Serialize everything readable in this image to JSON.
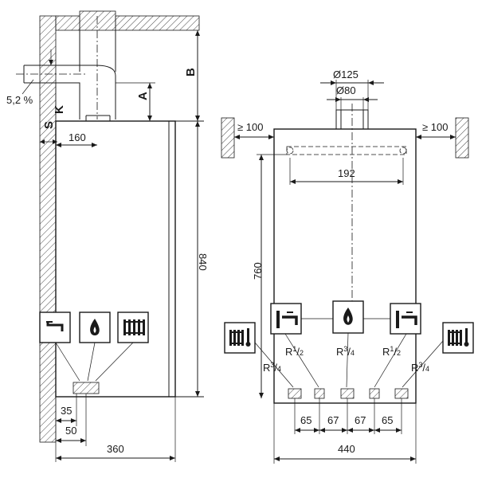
{
  "side_view": {
    "slope": "5,2 %",
    "label_K": "K",
    "label_S": "S",
    "label_A": "A",
    "label_B": "B",
    "dim_160": "160",
    "dim_840": "840",
    "dim_35": "35",
    "dim_50": "50",
    "dim_360": "360",
    "icons": [
      "tap-icon",
      "flame-icon",
      "radiator-icon"
    ]
  },
  "front_view": {
    "dia_outer": "Ø125",
    "dia_inner": "Ø80",
    "clear_left": "≥ 100",
    "clear_right": "≥ 100",
    "dim_192": "192",
    "dim_760": "760",
    "dim_440": "440",
    "spacing": [
      "65",
      "67",
      "67",
      "65"
    ],
    "connections": [
      {
        "main": "R",
        "num": "3",
        "den": "4"
      },
      {
        "main": "R",
        "num": "1",
        "den": "2"
      },
      {
        "main": "R",
        "num": "3",
        "den": "4"
      },
      {
        "main": "R",
        "num": "1",
        "den": "2"
      },
      {
        "main": "R",
        "num": "3",
        "den": "4"
      }
    ],
    "icons": [
      "radiator-thermometer-icon",
      "hot-tap-icon",
      "flame-icon",
      "cold-tap-icon",
      "radiator-thermometer-icon"
    ]
  }
}
